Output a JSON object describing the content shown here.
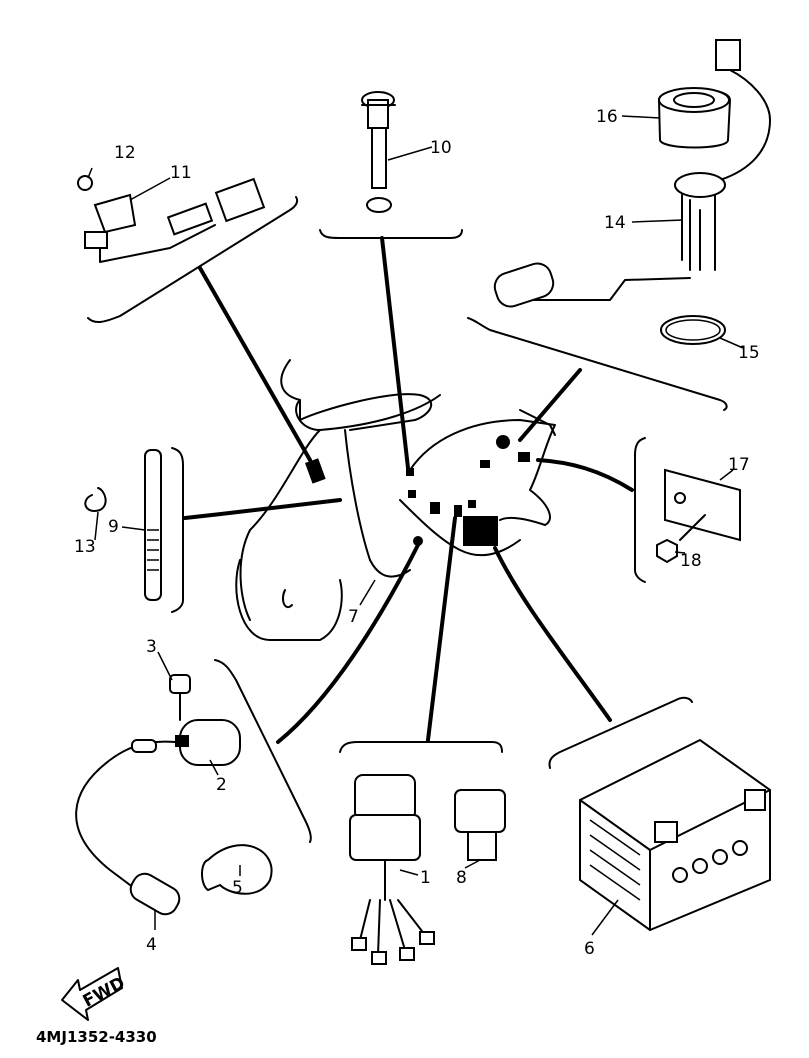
{
  "diagram": {
    "part_code": "4MJ1352-4330",
    "fwd_label": "FWD",
    "callouts": {
      "p1": "1",
      "p2": "2",
      "p3": "3",
      "p4": "4",
      "p5": "5",
      "p6": "6",
      "p7": "7",
      "p8": "8",
      "p9": "9",
      "p10": "10",
      "p11": "11",
      "p12": "12",
      "p13": "13",
      "p14": "14",
      "p15": "15",
      "p16": "16",
      "p17": "17",
      "p18": "18"
    }
  }
}
